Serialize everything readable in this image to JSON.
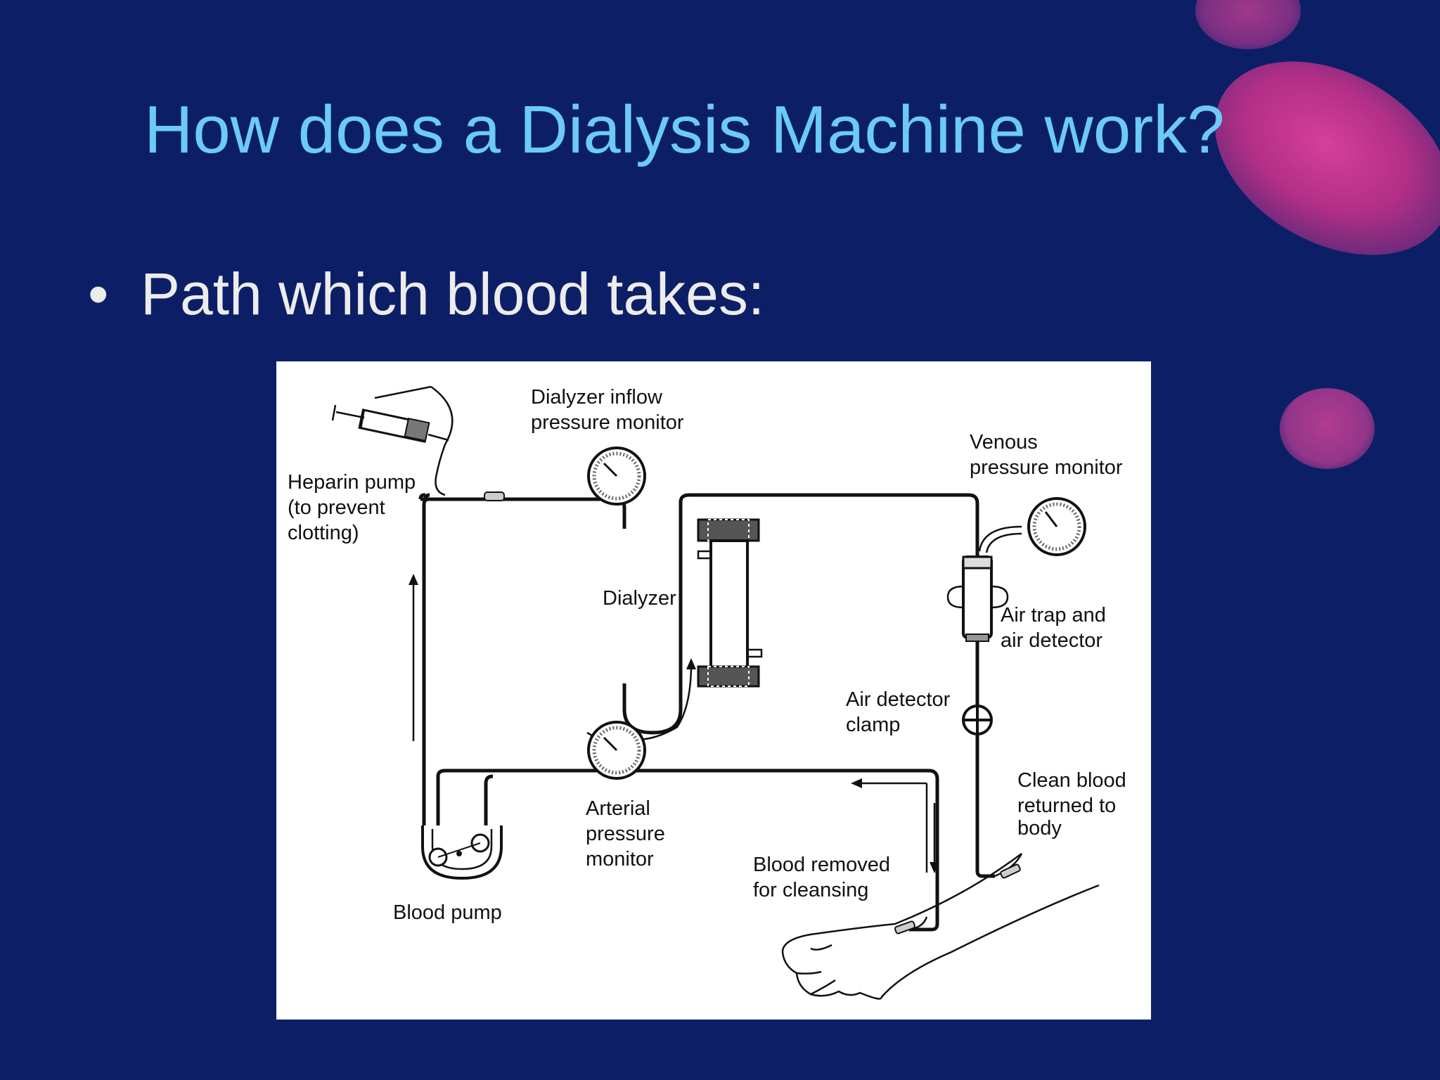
{
  "slide": {
    "title": "How does a Dialysis Machine work?",
    "bullet_marker": "•",
    "bullet_text": "Path which blood takes:",
    "background_color": "#0c1f66",
    "title_color": "#6ccbf5",
    "bullet_color": "#ececec"
  },
  "diagram": {
    "labels": {
      "dialyzer_inflow_1": "Dialyzer inflow",
      "dialyzer_inflow_2": "pressure monitor",
      "heparin_1": "Heparin pump",
      "heparin_2": "(to prevent",
      "heparin_3": "clotting)",
      "venous_1": "Venous",
      "venous_2": "pressure monitor",
      "dialyzer": "Dialyzer",
      "air_trap_1": "Air trap and",
      "air_trap_2": "air detector",
      "air_clamp_1": "Air detector",
      "air_clamp_2": "clamp",
      "clean_blood_1": "Clean blood",
      "clean_blood_2": "returned to",
      "clean_blood_3": "body",
      "arterial_1": "Arterial",
      "arterial_2": "pressure",
      "arterial_3": "monitor",
      "blood_removed_1": "Blood removed",
      "blood_removed_2": "for cleansing",
      "blood_pump": "Blood pump"
    },
    "icons": [
      "syringe-icon",
      "pressure-gauge-icon",
      "dialyzer-icon",
      "air-trap-icon",
      "clamp-icon",
      "blood-pump-icon",
      "arm-icon"
    ]
  }
}
